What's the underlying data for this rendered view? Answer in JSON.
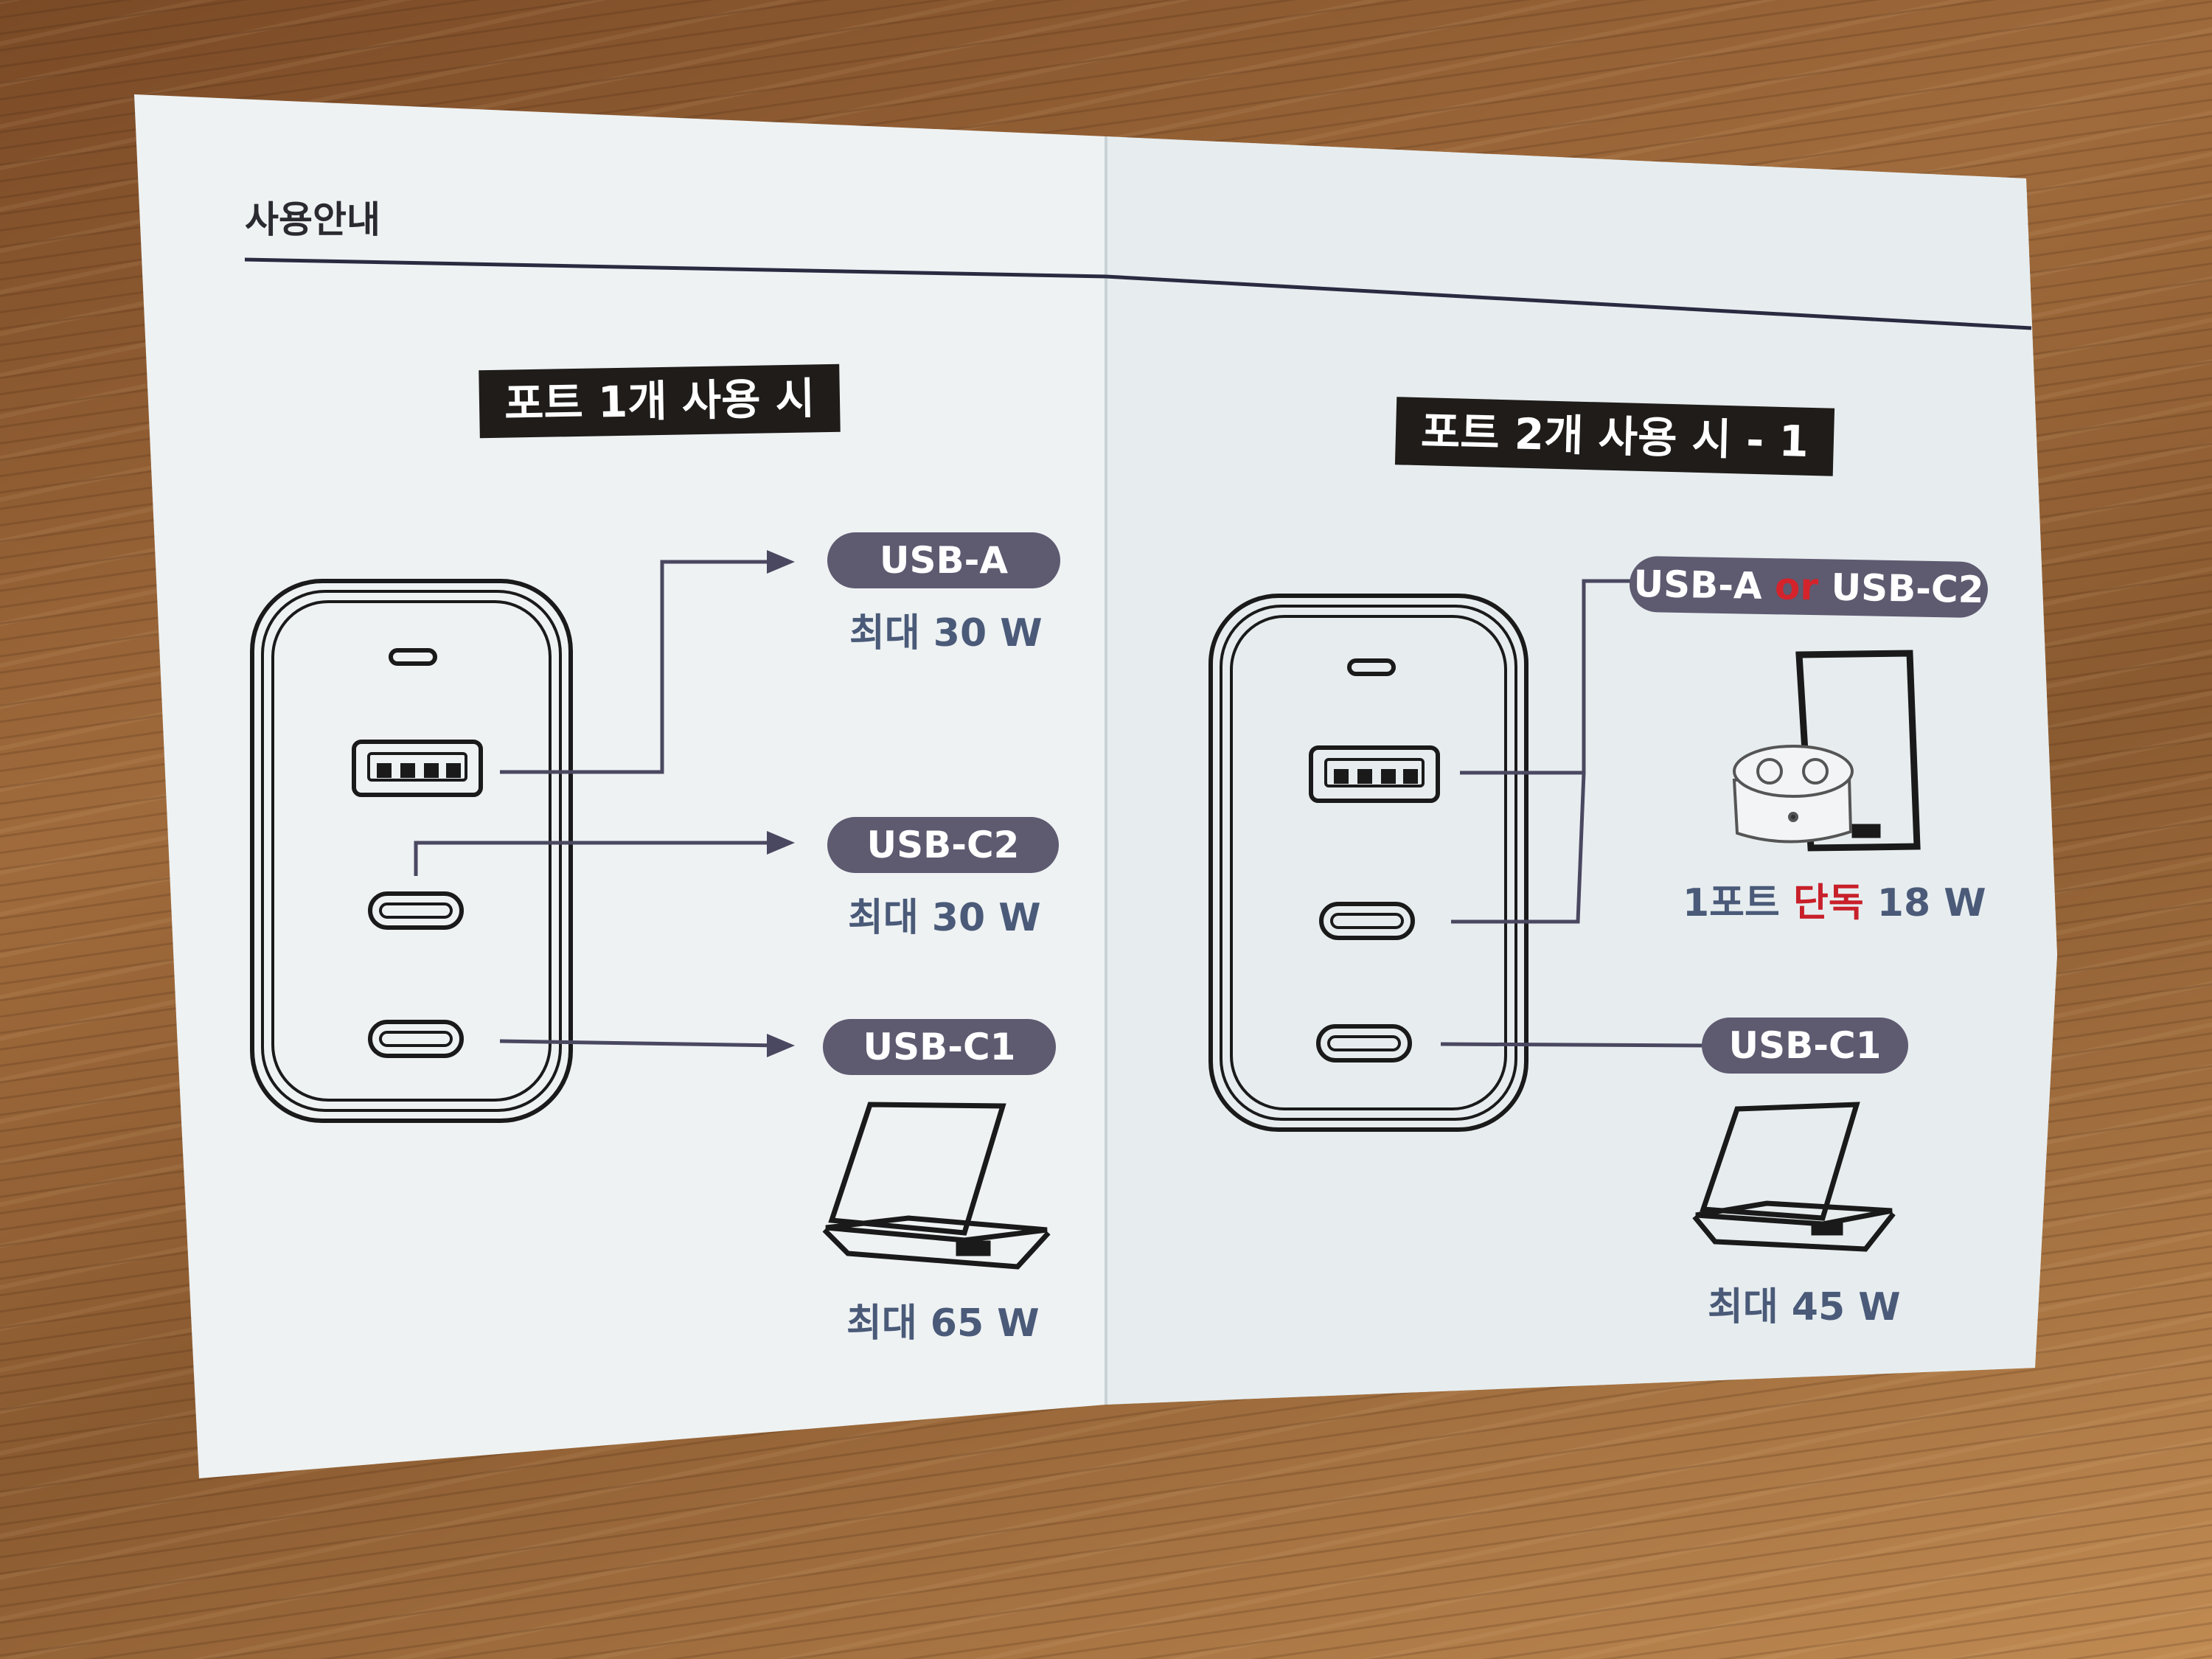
{
  "colors": {
    "paper": "#eef2f3",
    "ink": "#2a2a30",
    "pill": "#5e5a70",
    "watt": "#4a5a78",
    "accent_red": "#c8202a",
    "wood": "#8a5a30"
  },
  "header": {
    "title": "사용안내"
  },
  "left": {
    "section_title": "포트 1개 사용 시",
    "ports": [
      {
        "label": "USB-A",
        "watt": "최대 30 W"
      },
      {
        "label": "USB-C2",
        "watt": "최대 30 W"
      },
      {
        "label": "USB-C1",
        "watt": "최대 65 W"
      }
    ]
  },
  "right": {
    "section_title": "포트 2개 사용 시 - 1",
    "shared_label_a": "USB-A",
    "shared_label_or": "or",
    "shared_label_c2": "USB-C2",
    "shared_watt_prefix": "1포트",
    "shared_watt_mid": "단독",
    "shared_watt_suffix": "18 W",
    "c1_label": "USB-C1",
    "c1_watt": "최대 45 W"
  },
  "icons": [
    "charger-icon",
    "usb-a-port-icon",
    "usb-c-port-icon",
    "laptop-icon",
    "phone-icon",
    "earbuds-case-icon",
    "arrow-icon"
  ]
}
